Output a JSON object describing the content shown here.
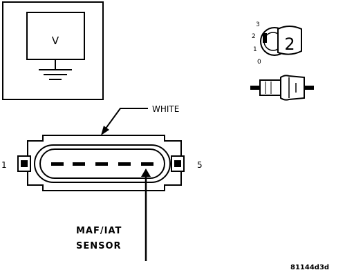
{
  "meter": {
    "label": "V"
  },
  "switch": {
    "positions": [
      "3",
      "2",
      "1",
      "0"
    ],
    "knob_number": "2"
  },
  "connector": {
    "wire_color_label": "WHITE",
    "pin_left_label": "1",
    "pin_right_label": "5"
  },
  "sensor": {
    "name_line1": "MAF/IAT",
    "name_line2": "SENSOR"
  },
  "figure_id": "81144d3d"
}
